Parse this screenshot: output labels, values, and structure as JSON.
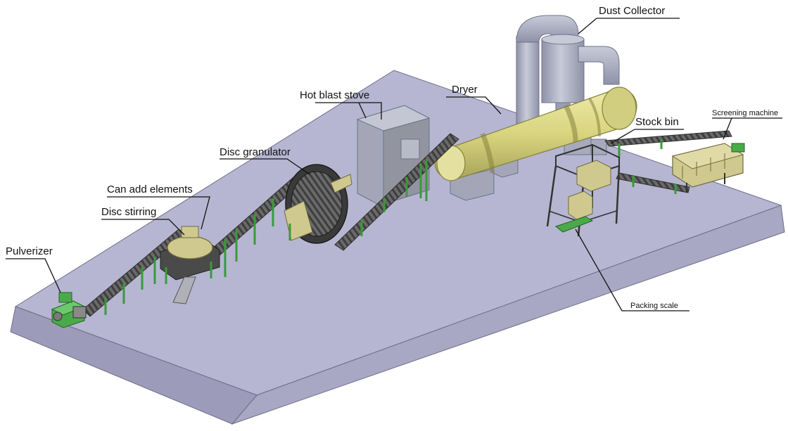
{
  "labels": {
    "dust_collector": "Dust Collector",
    "hot_blast_stove": "Hot blast stove",
    "dryer": "Dryer",
    "stock_bin": "Stock bin",
    "screening_machine": "Screening machine",
    "disc_granulator": "Disc granulator",
    "can_add_elements": "Can add elements",
    "disc_stirring": "Disc stirring",
    "pulverizer": "Pulverizer",
    "packing_scale": "Packing scale"
  },
  "colors": {
    "platform_top": "#b6b6d2",
    "platform_side": "#9c9cba",
    "platform_front": "#a8a8c4",
    "dryer": "#dcd886",
    "machine_yellow": "#cfc98f",
    "frame_green": "#44a844",
    "conveyor": "#5c5c5c",
    "stove": "#a4a6b8",
    "duct": "#aeb2c4"
  }
}
